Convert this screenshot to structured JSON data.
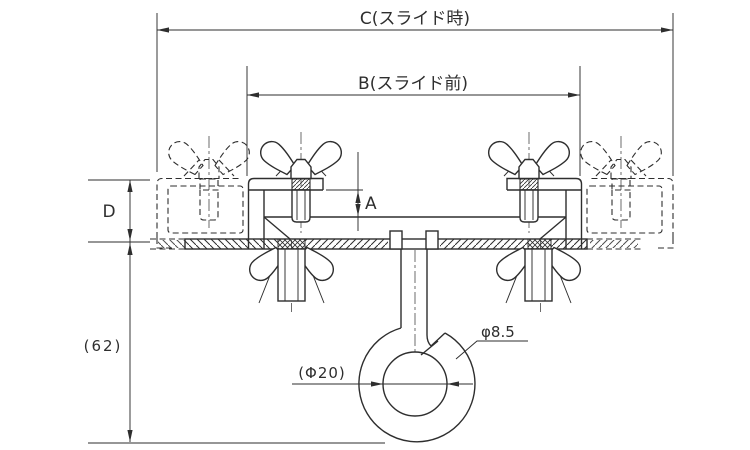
{
  "drawing": {
    "kind": "technical-drawing",
    "dimensions": {
      "c": {
        "label": "C(スライド時)"
      },
      "b": {
        "label": "B(スライド前)"
      },
      "a": {
        "label": "A"
      },
      "d": {
        "label": "D"
      },
      "overall_height": {
        "label": "(62)"
      },
      "ring_inner_dia": {
        "label": "(Φ20)"
      },
      "rod_dia": {
        "label": "φ8.5"
      }
    },
    "colors": {
      "line": "#2e2e2e",
      "background": "#ffffff"
    }
  }
}
